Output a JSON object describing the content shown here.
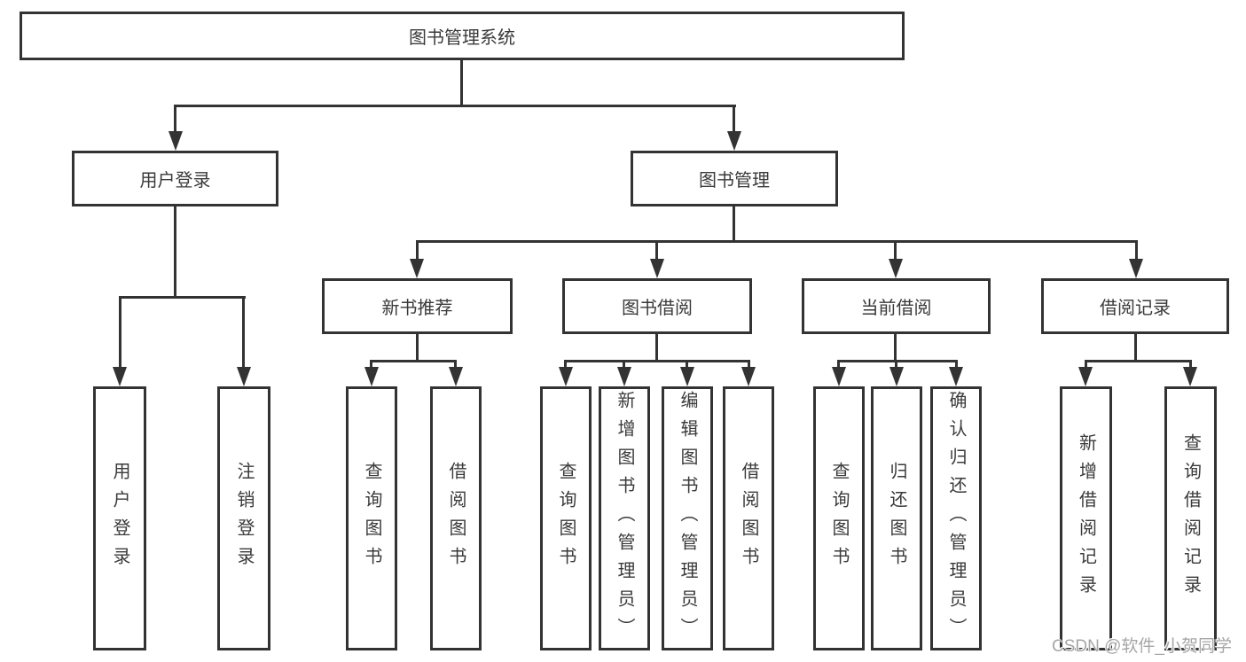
{
  "diagram": {
    "root": {
      "label": "图书管理系统"
    },
    "level2": [
      {
        "label": "用户登录",
        "children": [
          {
            "label": "用户登录"
          },
          {
            "label": "注销登录"
          }
        ]
      },
      {
        "label": "图书管理",
        "children": [
          {
            "label": "新书推荐",
            "children": [
              {
                "label": "查询图书"
              },
              {
                "label": "借阅图书"
              }
            ]
          },
          {
            "label": "图书借阅",
            "children": [
              {
                "label": "查询图书"
              },
              {
                "label": "新增图书（管理员）"
              },
              {
                "label": "编辑图书（管理员）"
              },
              {
                "label": "借阅图书"
              }
            ]
          },
          {
            "label": "当前借阅",
            "children": [
              {
                "label": "查询图书"
              },
              {
                "label": "归还图书"
              },
              {
                "label": "确认归还（管理员）"
              }
            ]
          },
          {
            "label": "借阅记录",
            "children": [
              {
                "label": "新增借阅记录"
              },
              {
                "label": "查询借阅记录"
              }
            ]
          }
        ]
      }
    ]
  },
  "watermark": {
    "text": "CSDN @软件_小贺同学"
  },
  "colors": {
    "line": "#333333",
    "box_border": "#333333",
    "text": "#3a3a3a",
    "watermark": "#a6a6a6",
    "background": "#ffffff"
  }
}
